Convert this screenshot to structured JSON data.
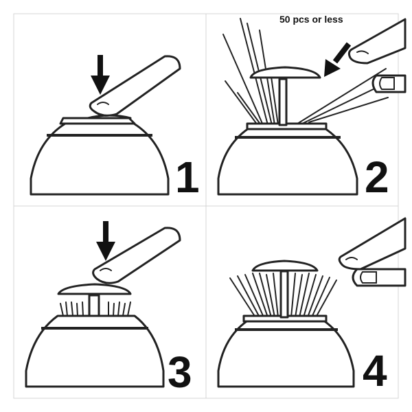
{
  "panels": [
    {
      "number": "1"
    },
    {
      "number": "2",
      "caption": "50 pcs or less"
    },
    {
      "number": "3"
    },
    {
      "number": "4"
    }
  ],
  "colors": {
    "ink": "#222222",
    "background": "#ffffff",
    "grid": "#d4d4d4"
  }
}
